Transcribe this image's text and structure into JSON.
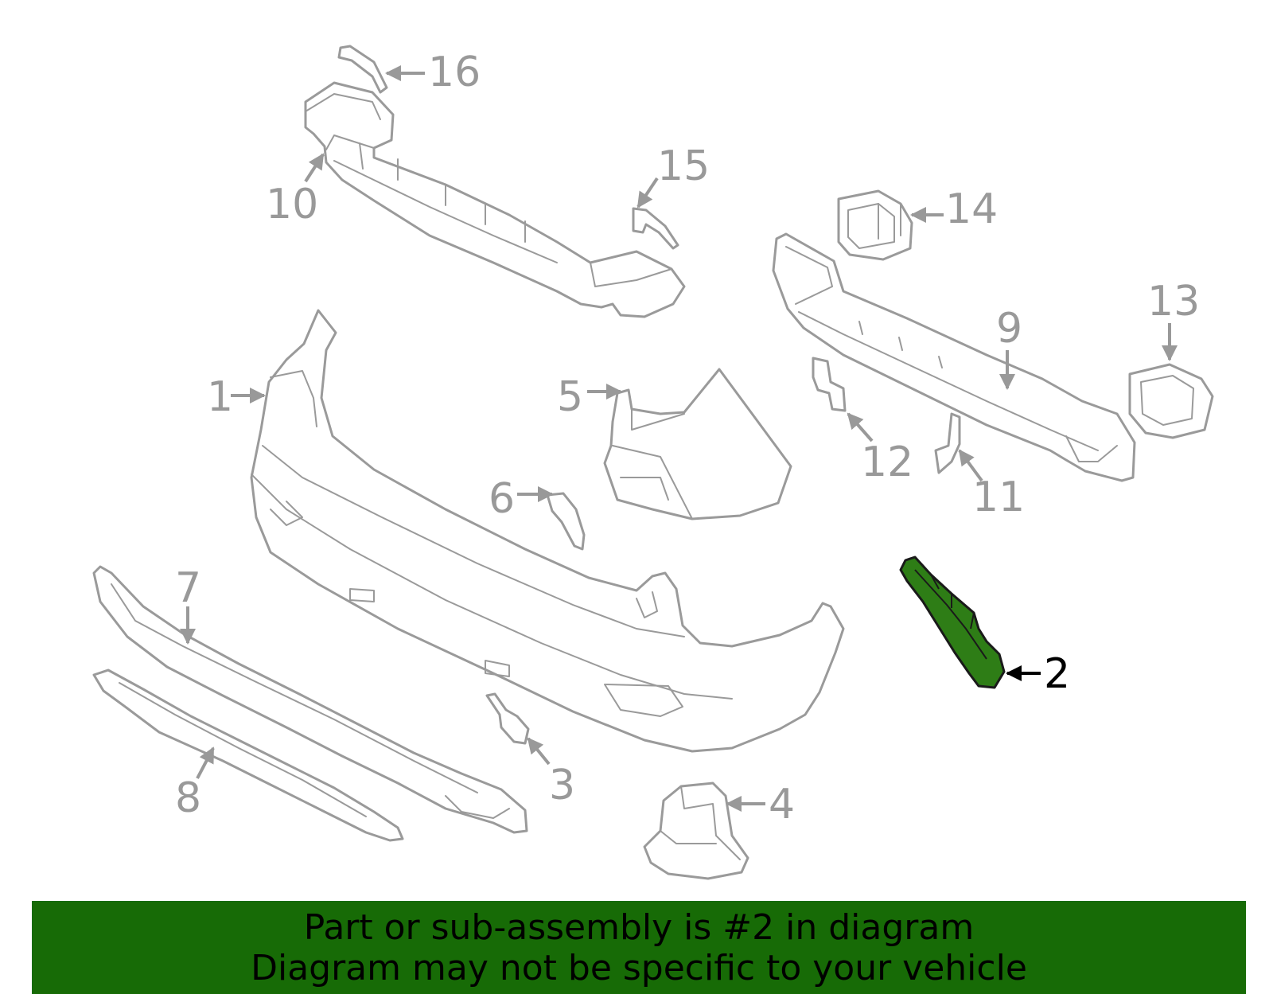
{
  "callouts": {
    "c1": "1",
    "c2": "2",
    "c3": "3",
    "c4": "4",
    "c5": "5",
    "c6": "6",
    "c7": "7",
    "c8": "8",
    "c9": "9",
    "c10": "10",
    "c11": "11",
    "c12": "12",
    "c13": "13",
    "c14": "14",
    "c15": "15",
    "c16": "16"
  },
  "highlighted_part": "2",
  "colors": {
    "highlight_fill": "#2e7d16",
    "banner_background": "#176b06",
    "line_gray": "#9a9a9a"
  },
  "banner": {
    "line1": "Part or sub-assembly is #2 in diagram",
    "line2": "Diagram may not be specific to your vehicle"
  }
}
